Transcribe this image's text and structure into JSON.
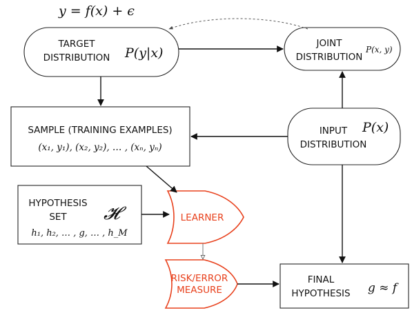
{
  "colors": {
    "accent": "#e8401c",
    "stroke": "#222222",
    "background": "#ffffff"
  },
  "top_equation": "y = f(x) + ϵ",
  "target": {
    "line1": "TARGET",
    "line2": "DISTRIBUTION",
    "math": "P(y|x)"
  },
  "joint": {
    "line1": "JOINT",
    "line2": "DISTRIBUTION",
    "math": "P(x, y)"
  },
  "sample": {
    "title": "SAMPLE (TRAINING EXAMPLES)",
    "math": "(x₁, y₁), (x₂, y₂), … , (xₙ, yₙ)"
  },
  "input": {
    "line1": "INPUT",
    "line2": "DISTRIBUTION",
    "math": "P(x)"
  },
  "hypothesis_set": {
    "line1": "HYPOTHESIS",
    "line2": "SET",
    "symbol": "𝓗",
    "math": "h₁, h₂, … , g, … , h_M"
  },
  "learner": {
    "label": "LEARNER"
  },
  "risk": {
    "line1": "RISK/ERROR",
    "line2": "MEASURE"
  },
  "final": {
    "line1": "FINAL",
    "line2": "HYPOTHESIS",
    "math": "g ≈ f"
  }
}
